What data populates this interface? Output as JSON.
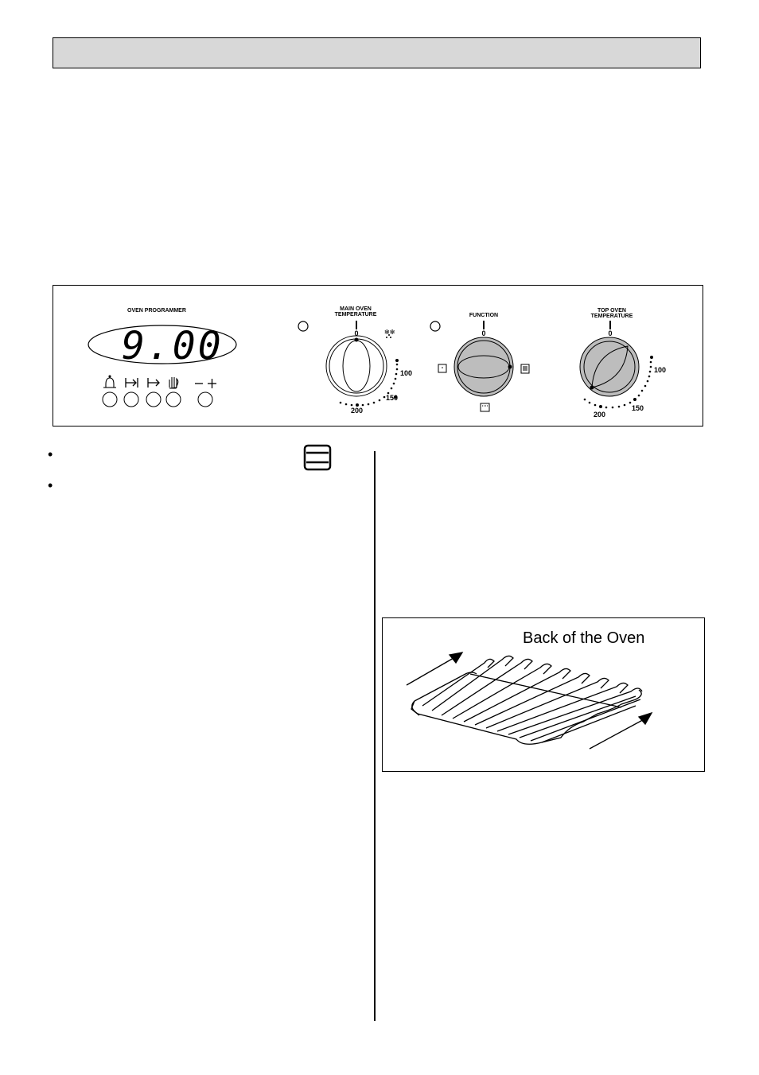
{
  "control_panel": {
    "programmer_label": "OVEN PROGRAMMER",
    "display_time": "9.00",
    "main_oven_label_line1": "MAIN OVEN",
    "main_oven_label_line2": "TEMPERATURE",
    "main_oven_zero": "0",
    "main_oven_marks": [
      "100",
      "150",
      "200"
    ],
    "function_label": "FUNCTION",
    "function_zero": "0",
    "top_oven_label_line1": "TOP OVEN",
    "top_oven_label_line2": "TEMPERATURE",
    "top_oven_zero": "0",
    "top_oven_marks": [
      "100",
      "150",
      "200"
    ],
    "programmer_icons": [
      "bell-icon",
      "cook-time-icon",
      "end-time-icon",
      "manual-hand-icon",
      "minus-plus-icon"
    ]
  },
  "rack_figure": {
    "caption": "Back of the Oven"
  },
  "colors": {
    "title_bar": "#d8d8d8",
    "knob_fill": "#bdbdbd"
  }
}
